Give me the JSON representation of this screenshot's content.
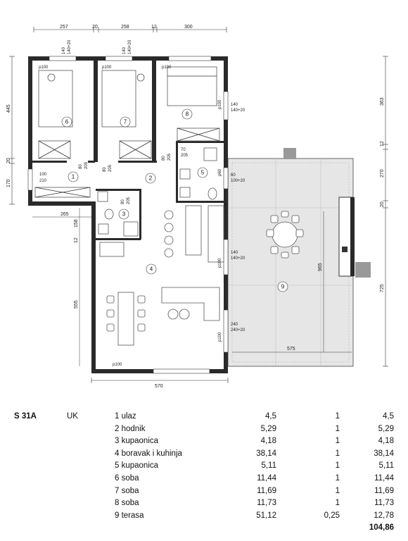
{
  "floorplan": {
    "dims_top": [
      "257",
      "20",
      "258",
      "12",
      "300"
    ],
    "dims_left": [
      "445",
      "20",
      "170"
    ],
    "dims_right": [
      "363",
      "12",
      "270",
      "20",
      "725"
    ],
    "dim_bottom": "570",
    "dim_left_lower": "555",
    "dim_left_mid": "158",
    "dim_left_mid2": "12",
    "dim_terrace_width": "575",
    "dim_terrace_height": "965",
    "dim_hall_width": "265",
    "door_labels": {
      "r6_window": [
        "140",
        "140+20"
      ],
      "r7_window": [
        "140",
        "140+20"
      ],
      "r8_window": [
        "140",
        "140+20"
      ],
      "r5_window": [
        "60",
        "100+20"
      ],
      "r4_window1": [
        "140",
        "140+20"
      ],
      "r4_door": [
        "240",
        "240+20"
      ],
      "entry": [
        "100",
        "210"
      ],
      "d1": [
        "80",
        "205"
      ],
      "d2": [
        "80",
        "205"
      ],
      "d3": [
        "80",
        "205"
      ],
      "d5": [
        "70",
        "205"
      ],
      "d4": [
        "80",
        "205"
      ]
    },
    "p_labels": [
      "p100",
      "p100",
      "p100",
      "p100",
      "p100",
      "p100",
      "p100",
      "p60"
    ],
    "rooms": [
      {
        "id": "1",
        "label": "1"
      },
      {
        "id": "2",
        "label": "2"
      },
      {
        "id": "3",
        "label": "3"
      },
      {
        "id": "4",
        "label": "4"
      },
      {
        "id": "5",
        "label": "5"
      },
      {
        "id": "6",
        "label": "6"
      },
      {
        "id": "7",
        "label": "7"
      },
      {
        "id": "8",
        "label": "8"
      },
      {
        "id": "9",
        "label": "9"
      }
    ]
  },
  "table": {
    "unit_code": "S 31A",
    "unit_type": "UK",
    "rows": [
      {
        "room": "1 ulaz",
        "area": "4,5",
        "coef": "1",
        "net": "4,5"
      },
      {
        "room": "2 hodnik",
        "area": "5,29",
        "coef": "1",
        "net": "5,29"
      },
      {
        "room": "3 kupaonica",
        "area": "4,18",
        "coef": "1",
        "net": "4,18"
      },
      {
        "room": "4 boravak i kuhinja",
        "area": "38,14",
        "coef": "1",
        "net": "38,14"
      },
      {
        "room": "5 kupaonica",
        "area": "5,11",
        "coef": "1",
        "net": "5,11"
      },
      {
        "room": "6 soba",
        "area": "11,44",
        "coef": "1",
        "net": "11,44"
      },
      {
        "room": "7 soba",
        "area": "11,69",
        "coef": "1",
        "net": "11,69"
      },
      {
        "room": "8 soba",
        "area": "11,73",
        "coef": "1",
        "net": "11,73"
      },
      {
        "room": "9 terasa",
        "area": "51,12",
        "coef": "0,25",
        "net": "12,78"
      }
    ],
    "total": "104,86"
  }
}
